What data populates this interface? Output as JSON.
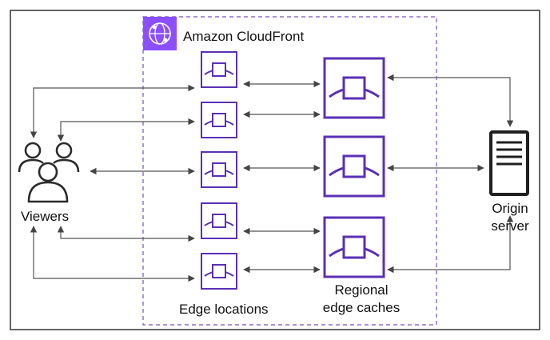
{
  "diagram": {
    "title": "Amazon CloudFront",
    "viewers_label": "Viewers",
    "edge_locations_label": "Edge locations",
    "regional_caches_label": "Regional\nedge caches",
    "origin_label": "Origin\nserver",
    "icons": {
      "service": "cloudfront-service-icon",
      "viewers": "users-group-icon",
      "edge": "edge-location-icon",
      "regional": "regional-edge-cache-icon",
      "origin": "server-icon"
    },
    "colors": {
      "accent_purple": "#8c4fff",
      "node_purple": "#5a30b5",
      "connector_gray": "#555555",
      "border": "#333333"
    }
  }
}
